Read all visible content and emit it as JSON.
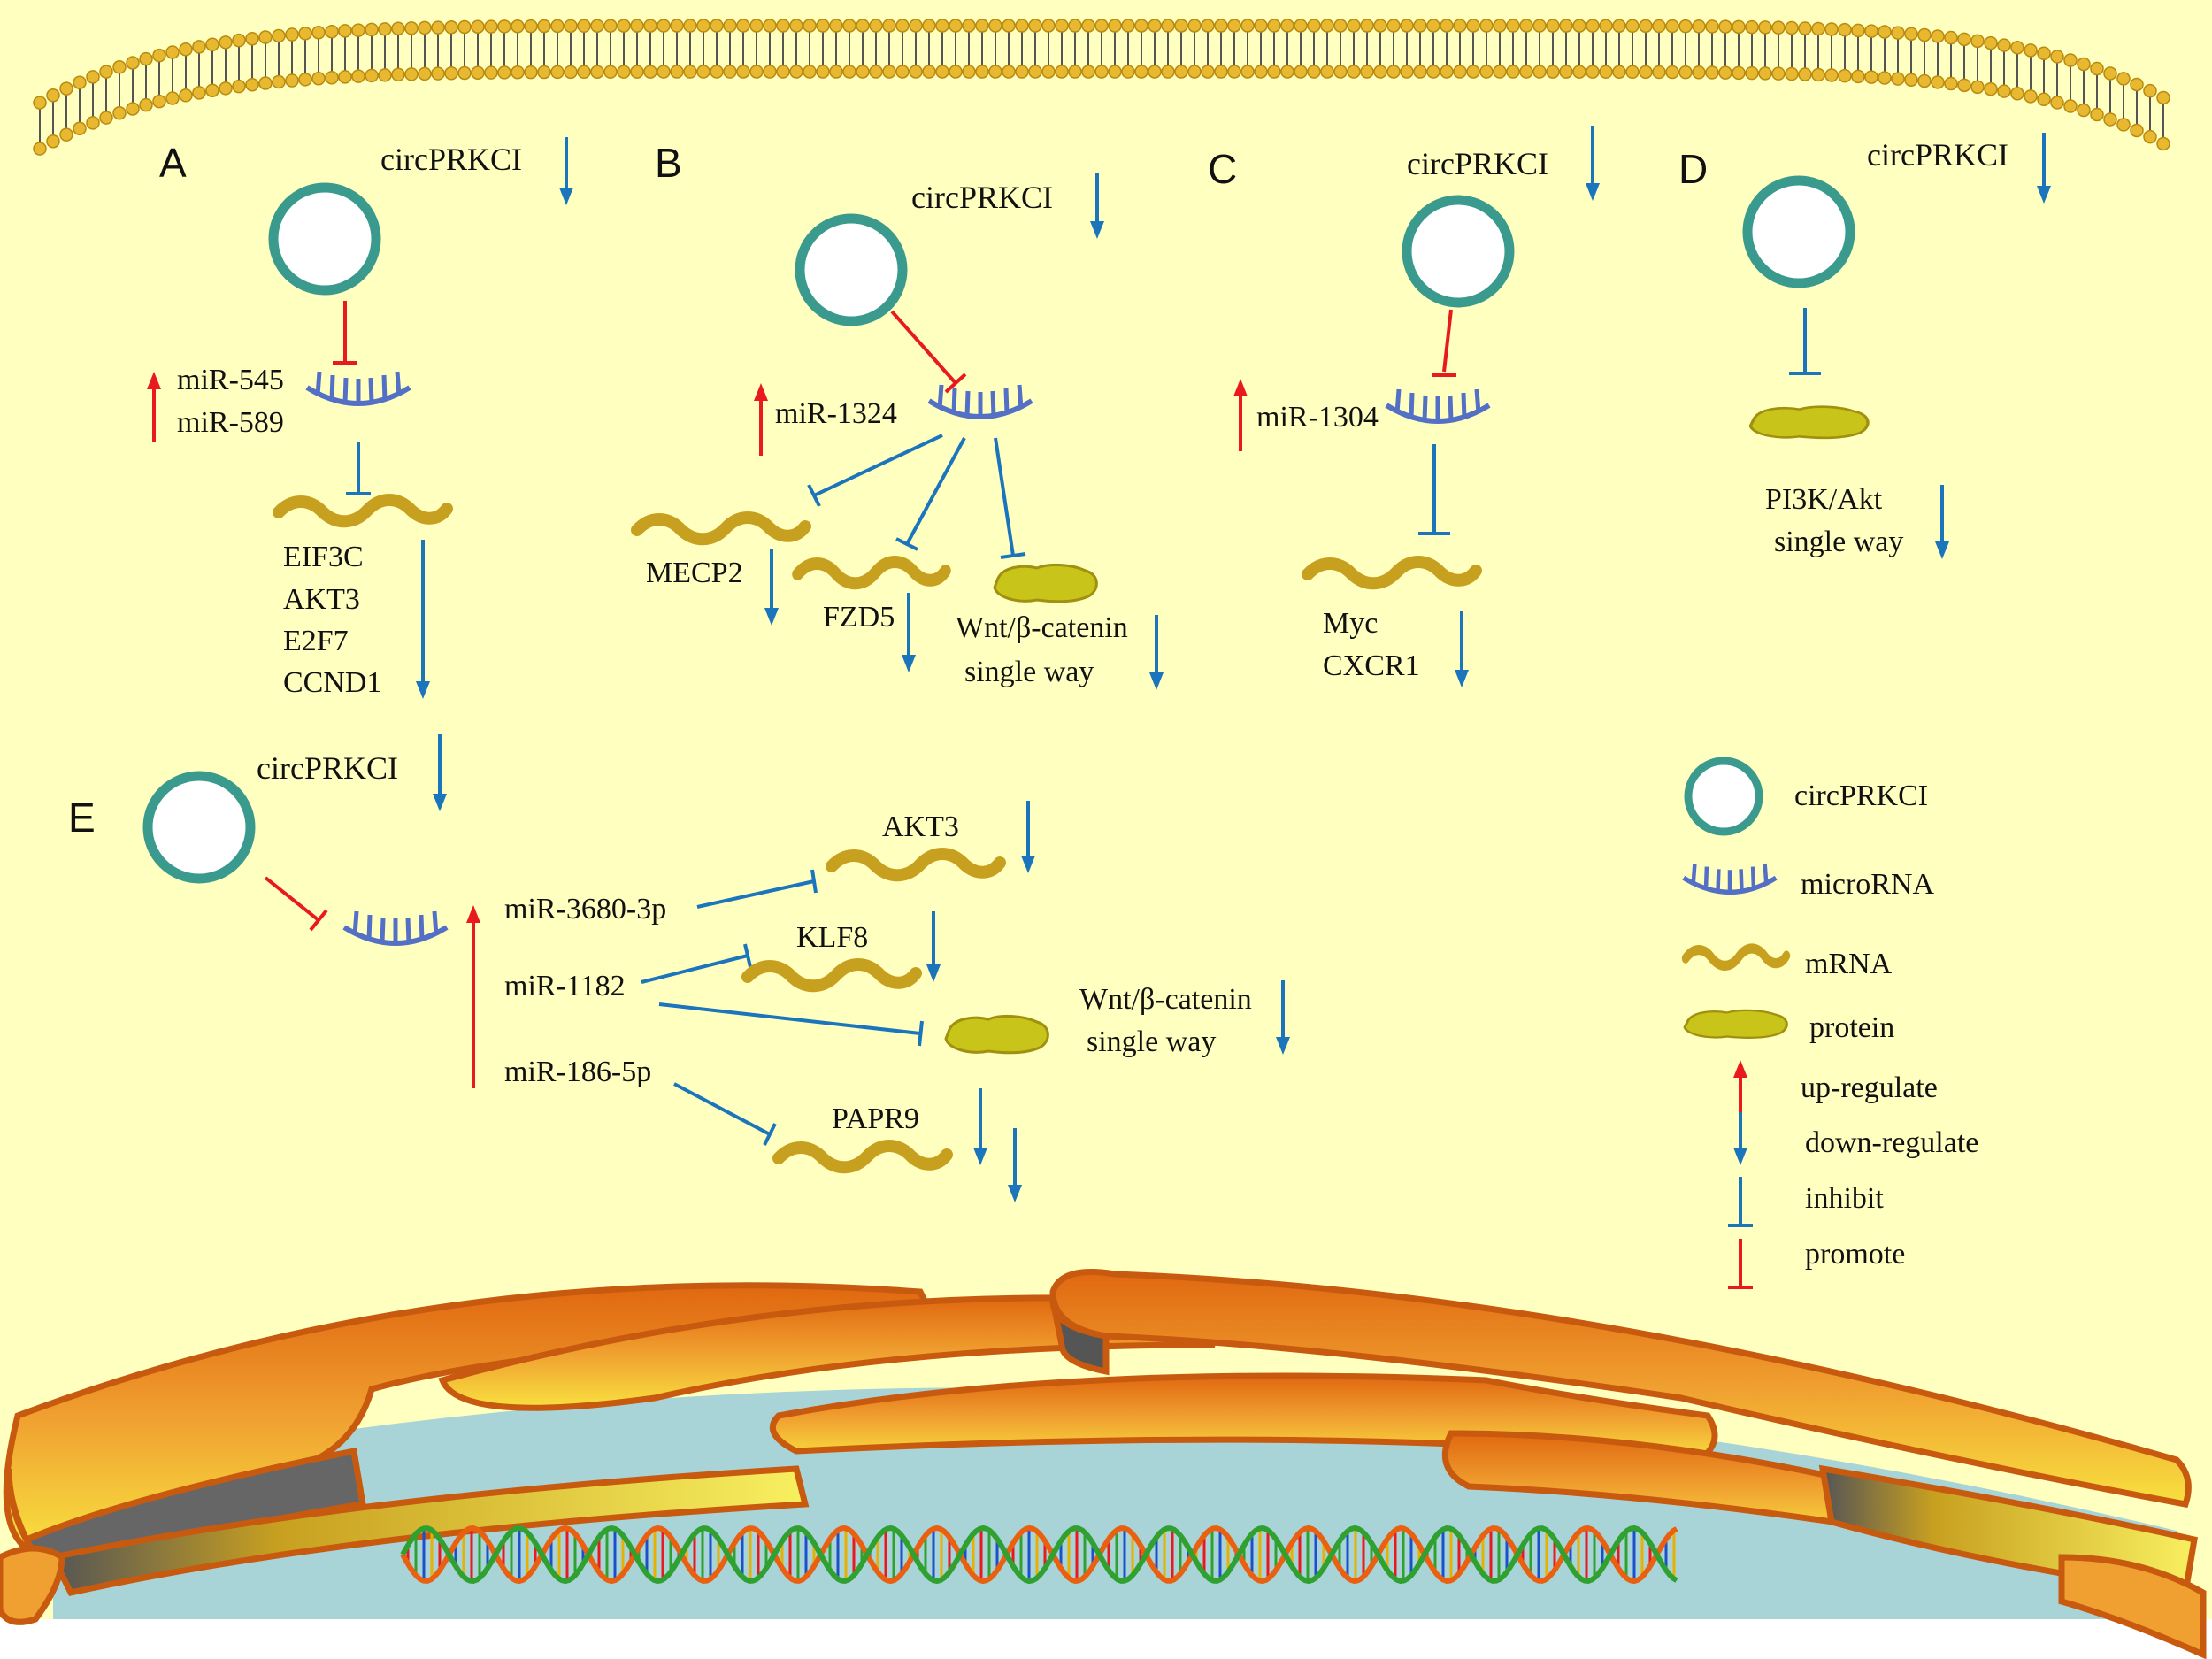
{
  "panel_labels": {
    "a": "A",
    "b": "B",
    "c": "C",
    "d": "D",
    "e": "E"
  },
  "circ_label": "circPRKCI",
  "panel_a": {
    "mirna_1": "miR-545",
    "mirna_2": "miR-589",
    "targets": [
      "EIF3C",
      "AKT3",
      "E2F7",
      "CCND1"
    ]
  },
  "panel_b": {
    "mirna": "miR-1324",
    "target_1": "MECP2",
    "target_2": "FZD5",
    "pathway_1": "Wnt/β-catenin",
    "pathway_2": "single way"
  },
  "panel_c": {
    "mirna": "miR-1304",
    "targets": [
      "Myc",
      "CXCR1"
    ]
  },
  "panel_d": {
    "pathway_1": "PI3K/Akt",
    "pathway_2": "single way"
  },
  "panel_e": {
    "mirnas": [
      "miR-3680-3p",
      "miR-1182",
      "miR-186-5p"
    ],
    "target_1": "AKT3",
    "target_2": "KLF8",
    "pathway_1": "Wnt/β-catenin",
    "pathway_2": "single way",
    "target_3": "PAPR9"
  },
  "legend": {
    "circ": "circPRKCI",
    "microrna": "microRNA",
    "mrna": "mRNA",
    "protein": "protein",
    "up": "up-regulate",
    "down": "down-regulate",
    "inhibit": "inhibit",
    "promote": "promote"
  },
  "colors": {
    "background": "#FFFFBF",
    "circle_stroke": "#3A9A8E",
    "red": "#E8191F",
    "blue": "#1B75BC",
    "mirna": "#5470C6",
    "mrna": "#C8A020",
    "protein": "#C0C010",
    "nucleus": "#A8D4D8",
    "membrane_head": "#E8B830",
    "er_outer": "#C85A10"
  }
}
